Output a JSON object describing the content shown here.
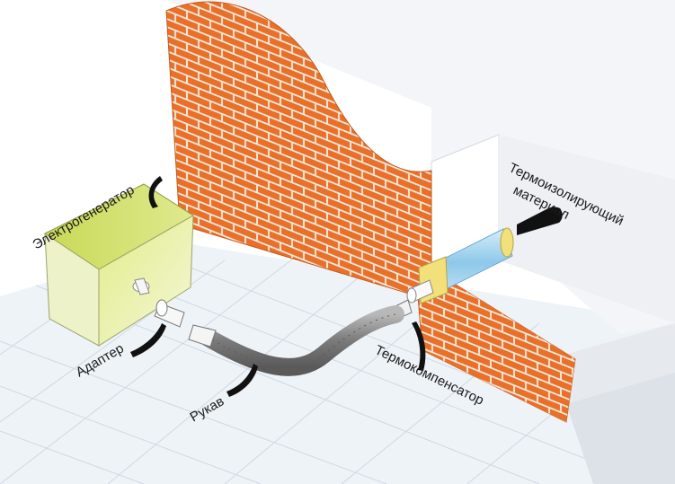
{
  "labels": {
    "generator": "Электрогенератор",
    "adapter": "Адаптер",
    "hose": "Рукав",
    "compensator": "Термокомпенсатор",
    "insulation_line1": "Термоизолирующий",
    "insulation_line2": "материал"
  },
  "colors": {
    "brick": "#e8702a",
    "mortar": "#f2e6d6",
    "generator_face": "#d6e27a",
    "floor": "#eef3f8",
    "wall": "#f7f8fa",
    "hose": "#8c8c8c",
    "insulation": "#8ec8ea",
    "collar": "#f2e07a"
  },
  "icons": {
    "generator": "box-generator-icon",
    "adapter": "adapter-nozzle-icon",
    "hose": "flexible-hose-icon",
    "compensator": "thermal-compensator-icon",
    "insulation": "insulation-tube-icon"
  }
}
